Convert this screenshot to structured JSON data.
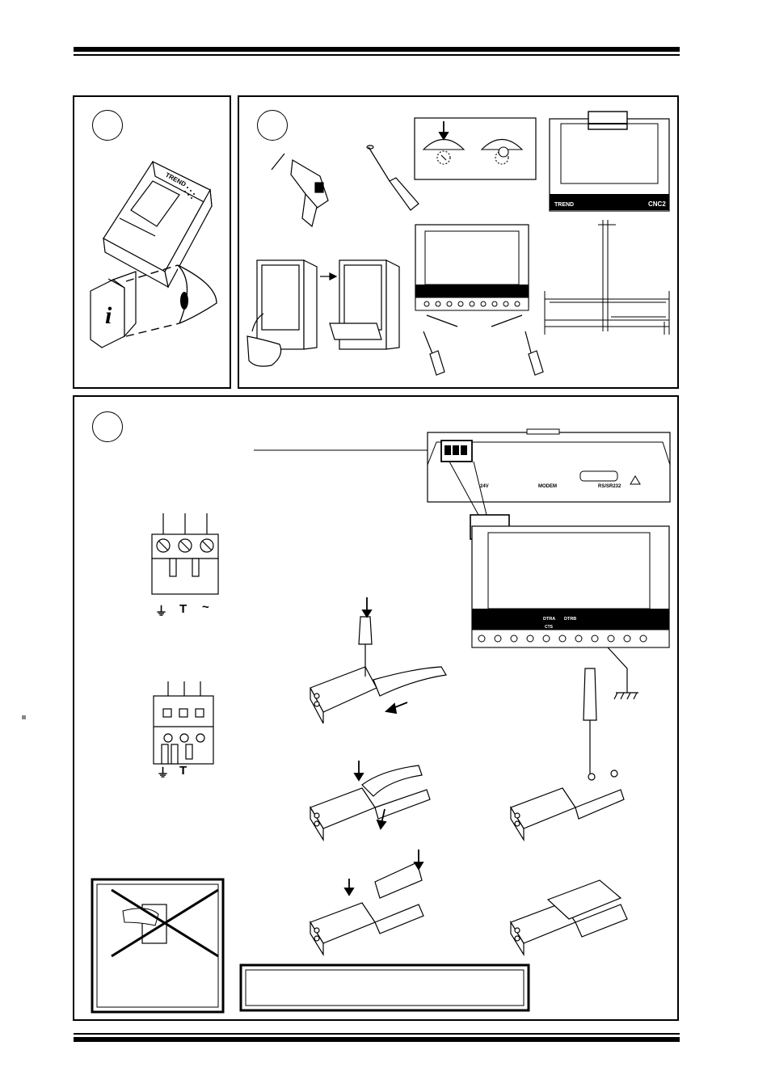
{
  "device": {
    "brand_logo": "TREND",
    "model": "CNC2",
    "port_labels": {
      "power": "24V",
      "modem": "MODEM",
      "serial": "RS/SR232"
    },
    "led_labels": {
      "tx": "DTRA",
      "rx": "DTRB",
      "cts": "CTS"
    }
  },
  "terminal_symbols": {
    "earth": "⏚",
    "zero": "T",
    "ac": "~"
  },
  "icons": [
    "info-booklet-icon",
    "eye-icon",
    "drill-icon",
    "screwdriver-icon",
    "ground-icon",
    "warning-triangle-icon",
    "no-touch-cross-icon"
  ],
  "colors": {
    "ink": "#000000",
    "paper": "#ffffff",
    "dot": "#888888"
  }
}
